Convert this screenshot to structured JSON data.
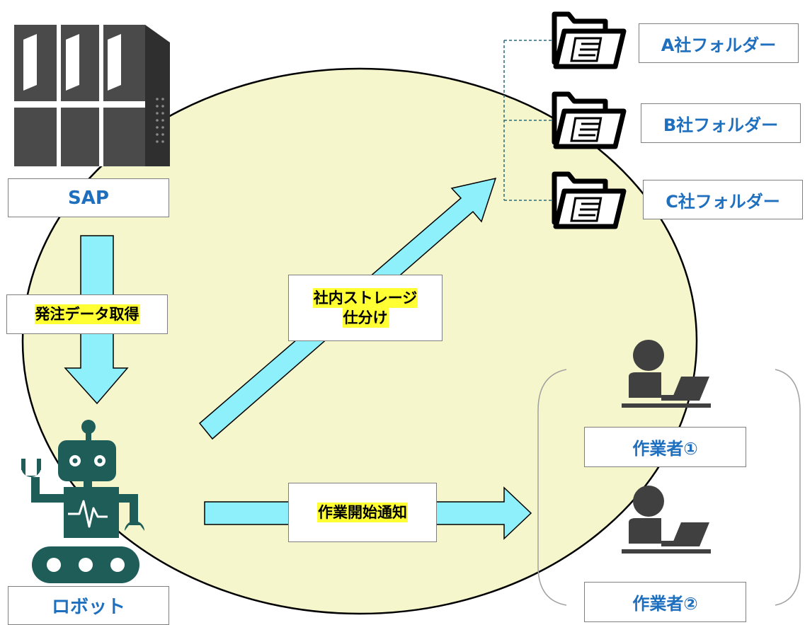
{
  "colors": {
    "ellipse_fill": "#f6f6cc",
    "arrow_fill": "#8ef0fb",
    "icon_dark": "#404040",
    "robot_teal": "#1f5d58",
    "label_blue": "#1f6fbf",
    "highlight": "#ffff33"
  },
  "icons": [
    "server-icon",
    "folder-document-icon",
    "robot-icon",
    "worker-at-laptop-icon"
  ],
  "nodes": {
    "sap_label": "SAP",
    "robot_label": "ロボット",
    "folder_a_label": "A社フォルダー",
    "folder_b_label": "B社フォルダー",
    "folder_c_label": "C社フォルダー",
    "worker1_label": "作業者①",
    "worker2_label": "作業者②"
  },
  "flows": {
    "acquire_label": "発注データ取得",
    "sort_label_line1": "社内ストレージ",
    "sort_label_line2": "仕分け",
    "notify_label": "作業開始通知"
  }
}
